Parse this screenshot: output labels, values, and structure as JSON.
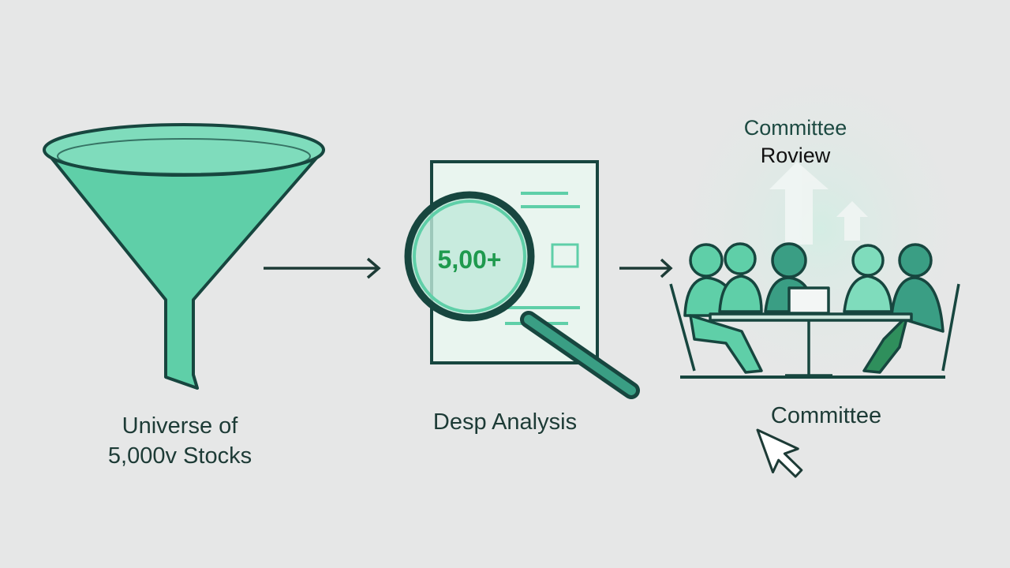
{
  "colors": {
    "background": "#e6e7e7",
    "accent": "#5fcfa8",
    "outline": "#17463f",
    "text": "#1d3b36",
    "highlight": "#1f9a4e"
  },
  "stages": [
    {
      "icon": "funnel-icon",
      "label_line1": "Universe of",
      "label_line2": "5,000v Stocks"
    },
    {
      "icon": "magnifier-document-icon",
      "label": "Desp Analysis",
      "magnified_text": "5,00+"
    },
    {
      "icon": "committee-meeting-icon",
      "title_line1": "Committee",
      "title_line2": "Roview",
      "label": "Committee"
    }
  ],
  "arrows": [
    "arrow-right-icon",
    "arrow-right-icon"
  ],
  "cursor": "mouse-pointer-icon"
}
